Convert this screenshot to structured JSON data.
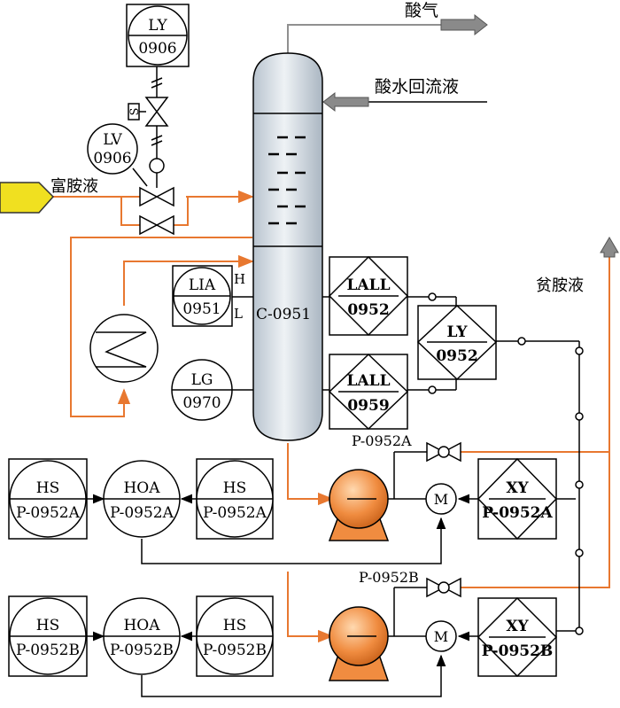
{
  "labels": {
    "acid_gas": "酸气",
    "acid_water_reflux": "酸水回流液",
    "rich_amine": "富胺液",
    "lean_amine": "贫胺液",
    "column": "C-0951",
    "level_high": "H",
    "level_low": "L",
    "pump_a_tag": "P-0952A",
    "pump_b_tag": "P-0952B",
    "motor": "M",
    "solenoid": "S"
  },
  "instruments": {
    "ly0906": {
      "fn": "LY",
      "num": "0906"
    },
    "lv0906": {
      "fn": "LV",
      "num": "0906"
    },
    "lia0951": {
      "fn": "LIA",
      "num": "0951"
    },
    "lg0970": {
      "fn": "LG",
      "num": "0970"
    },
    "lall0952": {
      "fn": "LALL",
      "num": "0952"
    },
    "lall0959": {
      "fn": "LALL",
      "num": "0959"
    },
    "ly0952": {
      "fn": "LY",
      "num": "0952"
    },
    "xy_a": {
      "fn": "XY",
      "num": "P-0952A"
    },
    "xy_b": {
      "fn": "XY",
      "num": "P-0952B"
    },
    "hs_a1": {
      "fn": "HS",
      "num": "P-0952A"
    },
    "hoa_a": {
      "fn": "HOA",
      "num": "P-0952A"
    },
    "hs_a2": {
      "fn": "HS",
      "num": "P-0952A"
    },
    "hs_b1": {
      "fn": "HS",
      "num": "P-0952B"
    },
    "hoa_b": {
      "fn": "HOA",
      "num": "P-0952B"
    },
    "hs_b2": {
      "fn": "HS",
      "num": "P-0952B"
    }
  },
  "colors": {
    "process_line": "#E87830",
    "vessel_fill": "#DCE3EA",
    "pump_fill": "#F08C40",
    "feed_arrow": "#F0E020",
    "outlet_arrow": "#909090"
  }
}
